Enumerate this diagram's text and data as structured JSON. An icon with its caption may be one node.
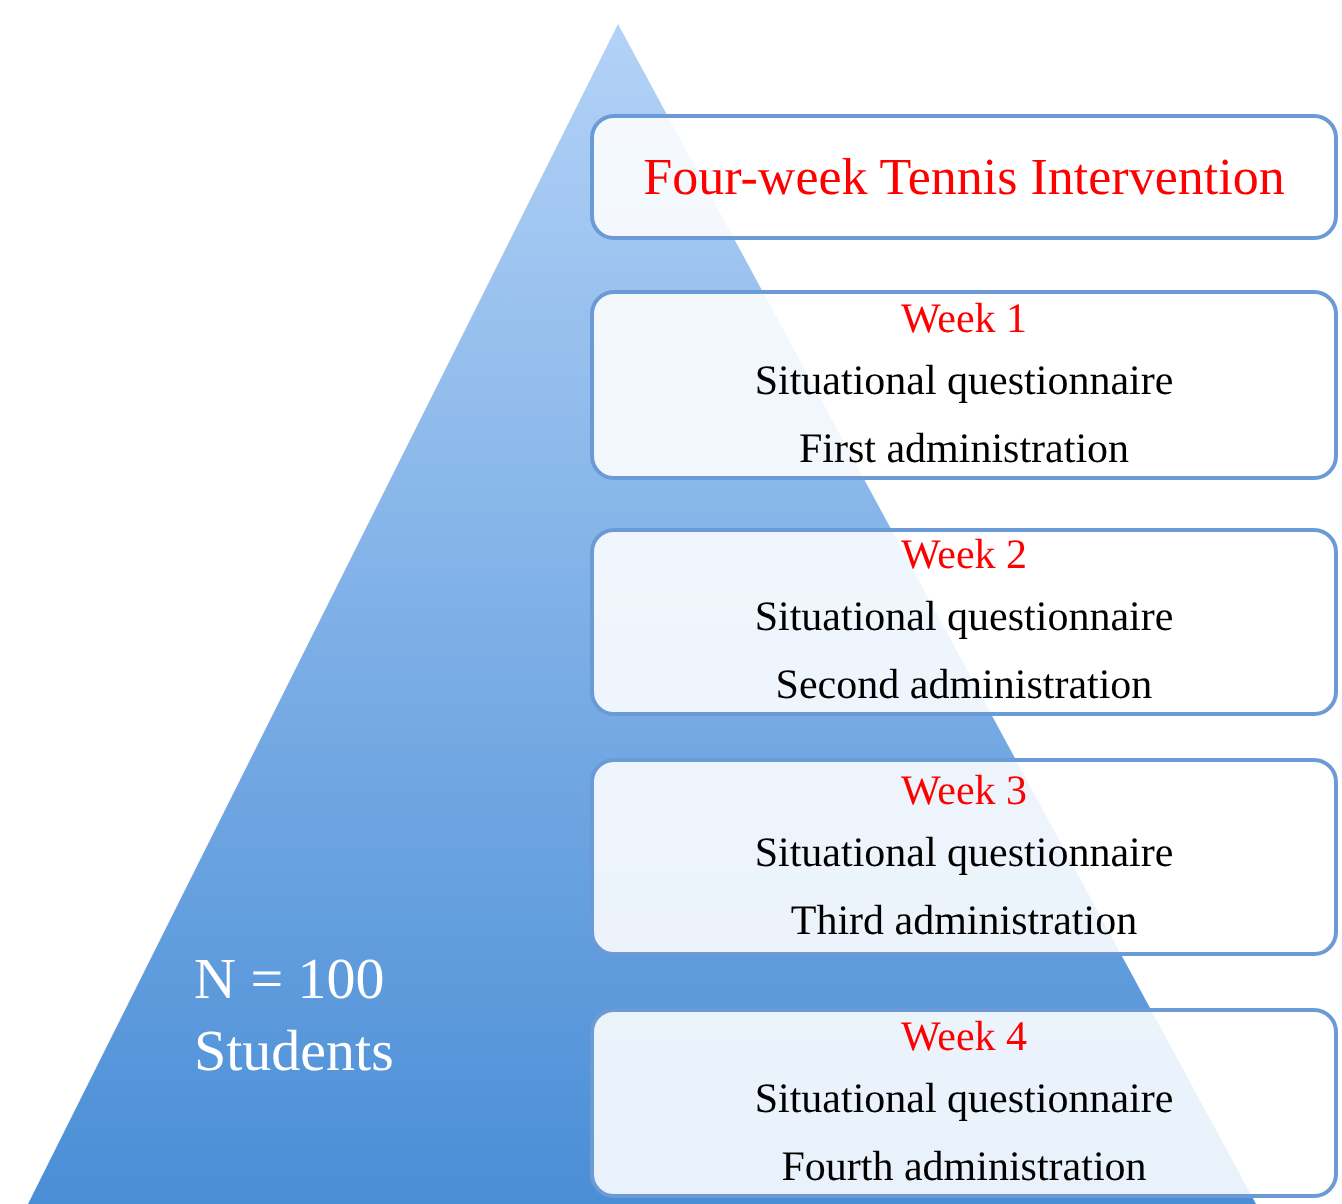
{
  "diagram": {
    "nodes": [
      {
        "text": [
          "N = 100 Students"
        ]
      },
      {
        "text": [
          "Four-week Tennis Intervention"
        ]
      },
      {
        "text": [
          "Week 1",
          "Situational questionnaire",
          "First administration"
        ]
      },
      {
        "text": [
          "Week 2",
          "Situational questionnaire",
          "Second administration"
        ]
      },
      {
        "text": [
          "Week 3",
          "Situational questionnaire",
          "Third administration"
        ]
      },
      {
        "text": [
          "Week 4",
          "Situational questionnaire",
          "Fourth administration"
        ]
      }
    ]
  }
}
